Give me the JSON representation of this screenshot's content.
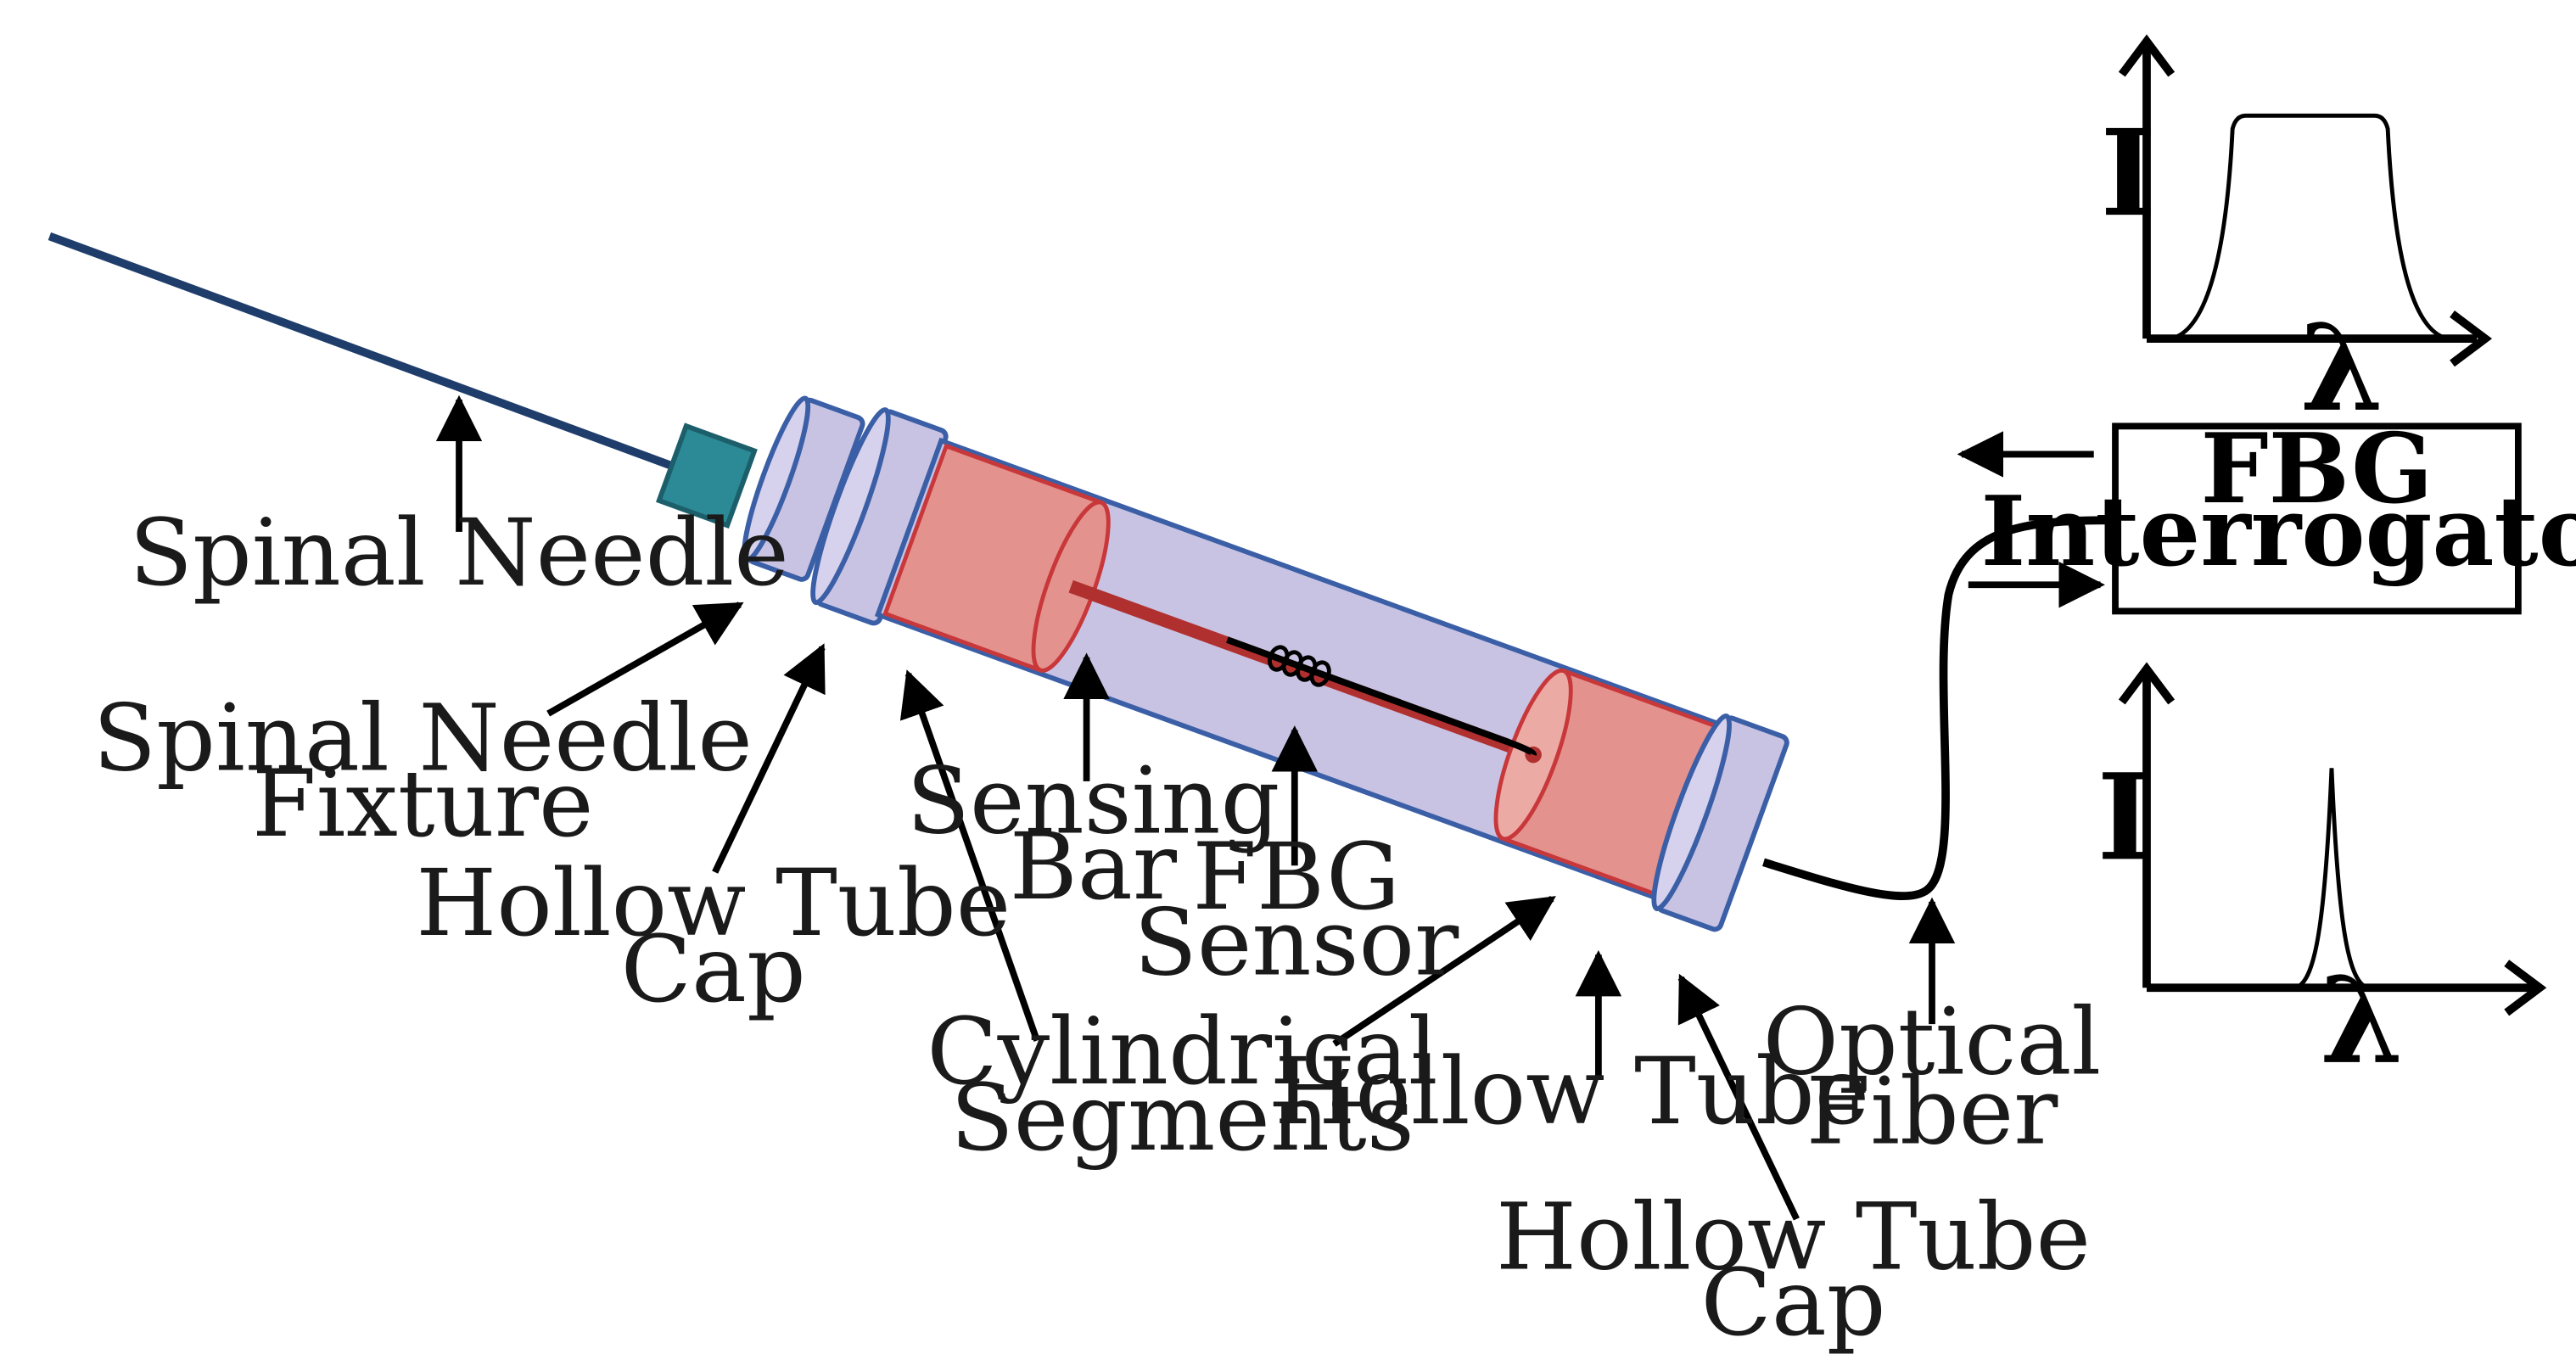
{
  "colors": {
    "needle": "#1f3d6b",
    "needle_hub": "#2b8a96",
    "tube_fill": "#c9c3e3",
    "tube_stroke": "#3b5fa6",
    "segment_fill": "#e4928e",
    "segment_stroke": "#c8383a",
    "sensing_bar": "#b0302f",
    "fiber": "#000000"
  },
  "icons": {
    "arrowhead": "arrowhead-icon"
  },
  "labels": {
    "spinal_needle": "Spinal Needle",
    "spinal_needle_fixture": [
      "Spinal Needle",
      "Fixture"
    ],
    "hollow_tube_cap_left": [
      "Hollow Tube",
      "Cap"
    ],
    "sensing_bar": [
      "Sensing",
      "Bar"
    ],
    "fbg_sensor": [
      "FBG",
      "Sensor"
    ],
    "cylindrical_segments": [
      "Cylindrical",
      "Segments"
    ],
    "hollow_tube": "Hollow Tube",
    "hollow_tube_cap_right": [
      "Hollow Tube",
      "Cap"
    ],
    "optical_fiber": [
      "Optical",
      "Fiber"
    ]
  },
  "interrogator": {
    "lines": [
      "FBG",
      "Interrogator"
    ]
  },
  "spectrum_top": {
    "y_symbol": "I",
    "x_symbol": "λ"
  },
  "spectrum_bottom": {
    "y_symbol": "I",
    "x_symbol": "λ"
  }
}
